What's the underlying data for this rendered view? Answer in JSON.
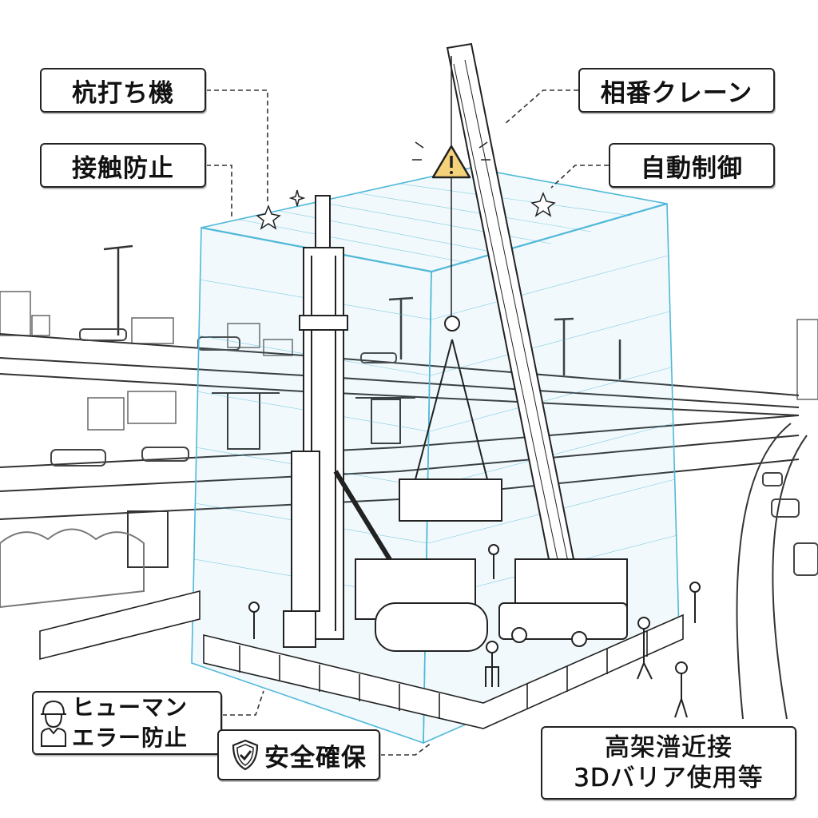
{
  "labels": {
    "pile_driver": "杭打ち機",
    "contact_prevention": "接触防止",
    "partner_crane": "相番クレーン",
    "auto_control": "自動制御",
    "human_error_line1": "ヒューマン",
    "human_error_line2": "エラー防止",
    "safety": "安全確保",
    "viaduct_line1": "高架潽近接",
    "viaduct_line2": "3Dバリア使用等"
  },
  "icons": {
    "warning": "warning-triangle-icon",
    "worker": "hardhat-worker-icon",
    "shield": "shield-check-icon"
  },
  "colors": {
    "barrier": "#4fb8d8",
    "warning": "#f3d27a",
    "ink": "#222222"
  }
}
